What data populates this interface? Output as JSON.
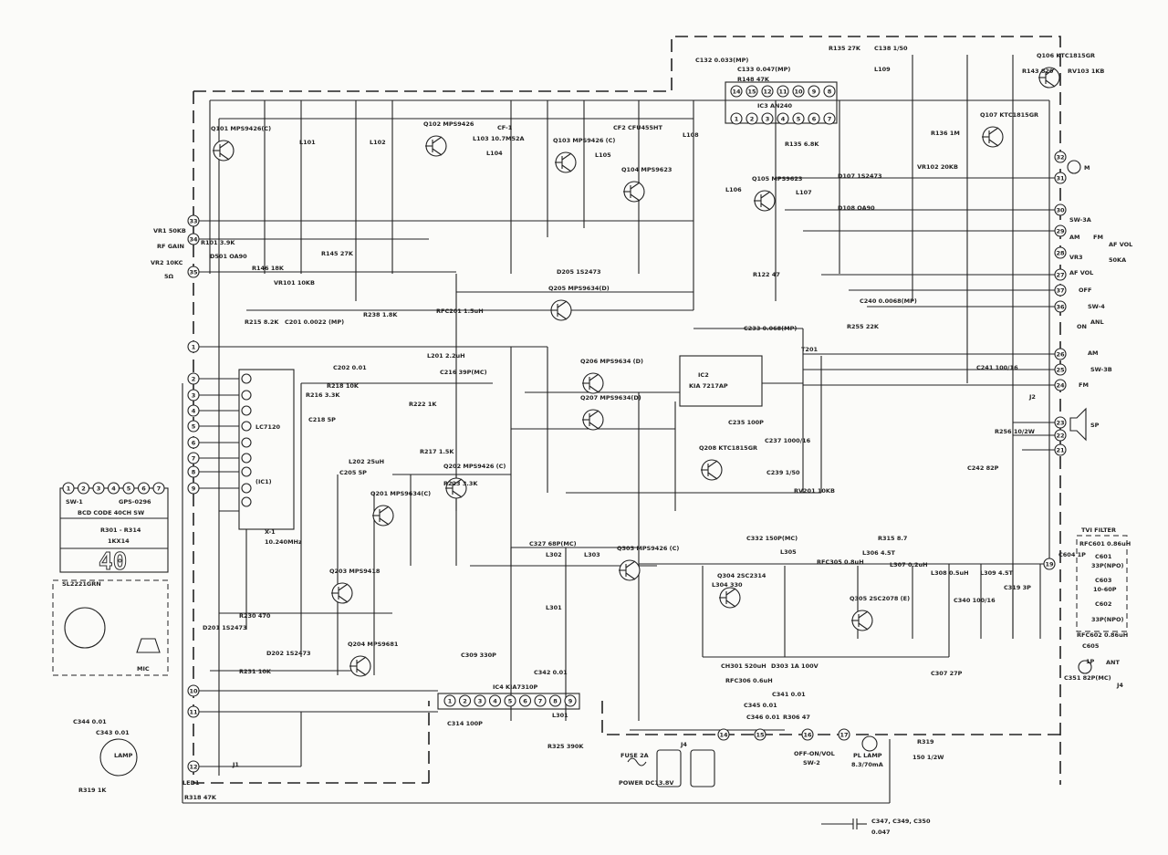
{
  "title": "CB Transceiver Schematic Diagram",
  "transistors": [
    "Q101 MPS9426(C)",
    "Q102 MPS9426",
    "Q103 MPS9426 (C)",
    "Q104 MPS9623",
    "Q105 MPS9623",
    "Q106 KTC1815GR",
    "Q107 KTC1815GR",
    "Q205 MPS9634(D)",
    "Q206 MPS9634 (D)",
    "Q207 MPS9634(D)",
    "Q208 KTC1815GR",
    "Q201 MPS9634(C)",
    "Q202 MPS9426 (C)",
    "Q203 MPS9418",
    "Q204 MPS9681",
    "Q303 MPS9426 (C)",
    "Q304 2SC2314",
    "Q305 2SC2078 (E)"
  ],
  "ics": {
    "ic3": "IC3  AN240",
    "ic2a": "IC2",
    "ic2b": "KIA 7217AP",
    "ic4": "IC4  KIA7310P",
    "ic1": "LC7120",
    "ic1_ref": "(IC1)",
    "ic3_pins_top": [
      "14",
      "15",
      "12",
      "11",
      "10",
      "9",
      "8"
    ],
    "ic3_pins_bottom": [
      "1",
      "2",
      "3",
      "4",
      "5",
      "6",
      "7"
    ],
    "ic4_pins": [
      "1",
      "2",
      "3",
      "4",
      "5",
      "6",
      "7",
      "8",
      "9"
    ]
  },
  "labels": [
    "CF-1",
    "CF2 CFU455HT",
    "L103 10.7M52A",
    "L101",
    "L102",
    "L104",
    "L105",
    "L106",
    "L107",
    "L108",
    "L109",
    "VR1 50KB",
    "RF GAIN",
    "R101 3.9K",
    "VR2 10KC",
    "5Ω",
    "D501 OA90",
    "R146 18K",
    "VR101 10KB",
    "R145 27K",
    "R238 1.8K",
    "RFC201 1.5uH",
    "D205 1S2473",
    "R215 8.2K",
    "C201 0.0022 (MP)",
    "L201 2.2uH",
    "C216 39P(MC)",
    "C240 0.0068(MP)",
    "R255 22K",
    "C233 0.068(MP)",
    "C241 100/16",
    "R256 10/2W",
    "C242 82P",
    "RV201 10KB",
    "VR102 20KB",
    "D108 OA90",
    "D107 1S2473",
    "R122 47",
    "R148 47K",
    "R135 6.8K",
    "R136 1M",
    "C132 0.033(MP)",
    "C133 0.047(MP)",
    "R135 27K",
    "C138 1/50",
    "R143 820",
    "RV103 1KB",
    "X-1",
    "10.240MHz",
    "L202 25uH",
    "C205 5P",
    "R230 470",
    "R231 10K",
    "D202 1S2473",
    "D201 1S2473",
    "C235 100P",
    "C237 1000/16",
    "C239 1/50",
    "T201",
    "L301",
    "L302",
    "L303",
    "L304 330",
    "L305",
    "L306 4.5T",
    "L307 0.2uH",
    "L308 0.5uH",
    "L309 4.5T",
    "C319 3P",
    "C327 68P(MC)",
    "C332 150P(MC)",
    "R315 8.7",
    "RFC305 0.8uH",
    "CH301 520uH",
    "D303 1A 100V",
    "RFC306 0.6uH",
    "C341 0.01",
    "C345 0.01",
    "C346 0.01",
    "R306 47",
    "C342 0.01",
    "C344 0.01",
    "C343 0.01",
    "R319 1K",
    "J1",
    "LAMP",
    "LED1",
    "R318 47K",
    "C340 100/16",
    "C307 27P",
    "C309 330P",
    "C314 100P",
    "L301",
    "R325 390K",
    "R217 1.5K",
    "R216 3.3K",
    "C202 0.01",
    "R218 10K",
    "C218 5P",
    "R223 3.3K",
    "R222 1K"
  ],
  "switch_box": {
    "name": "SW-1",
    "part": "GPS-0296",
    "desc": "BCD  CODE  40CH  SW",
    "res": "R301 - R314",
    "res_val": "1KX14",
    "display": "40",
    "led": "SL2221GRN",
    "mic": "MIC",
    "pins": [
      "1",
      "2",
      "3",
      "4",
      "5",
      "6",
      "7"
    ]
  },
  "panel": {
    "sw3a": "SW-3A",
    "am": "AM",
    "fm": "FM",
    "af_vol": "AF VOL",
    "af_vol_val": "50KA",
    "vr3": "VR3",
    "vr3_label": "AF VOL",
    "off": "OFF",
    "sw4": "SW-4",
    "anl": "ANL",
    "on": "ON",
    "am2": "AM",
    "sw3b": "SW-3B",
    "fm2": "FM",
    "j2": "J2",
    "sp": "SP",
    "meter": "M"
  },
  "connectors_right": [
    "32",
    "31",
    "30",
    "29",
    "28",
    "27",
    "37",
    "36",
    "26",
    "25",
    "24",
    "23",
    "22",
    "21"
  ],
  "connectors_left": [
    "33",
    "34",
    "35",
    "1",
    "2",
    "3",
    "4",
    "5",
    "6",
    "7",
    "8",
    "9",
    "10",
    "11",
    "12"
  ],
  "connectors_bottom": [
    "14",
    "15",
    "16",
    "17"
  ],
  "connector_tvi": "19",
  "tvi": {
    "title": "TVI  FILTER",
    "rfc601": "RFC601  0.86uH",
    "c601": "C601",
    "c601v": "33P(NPO)",
    "c603": "C603",
    "c603v": "10-60P",
    "c602": "C602",
    "c602v": "33P(NPO)",
    "rfc602": "RFC602  0.86uH",
    "c604": "C604 1P",
    "c605": "C605",
    "c605v": "1P",
    "c351": "C351 82P(MC)",
    "ant": "ANT",
    "j4": "J4"
  },
  "power": {
    "fuse": "FUSE  2A",
    "power": "POWER DC13.8V",
    "j4": "J4",
    "sw2a": "OFF-ON/VOL",
    "sw2b": "SW-2",
    "lamp_a": "PL  LAMP",
    "lamp_b": "8.3/70mA",
    "r319": "R319",
    "r319v": "150 1/2W"
  },
  "legend": {
    "caps": "C347, C349, C350",
    "val": "0.047"
  }
}
